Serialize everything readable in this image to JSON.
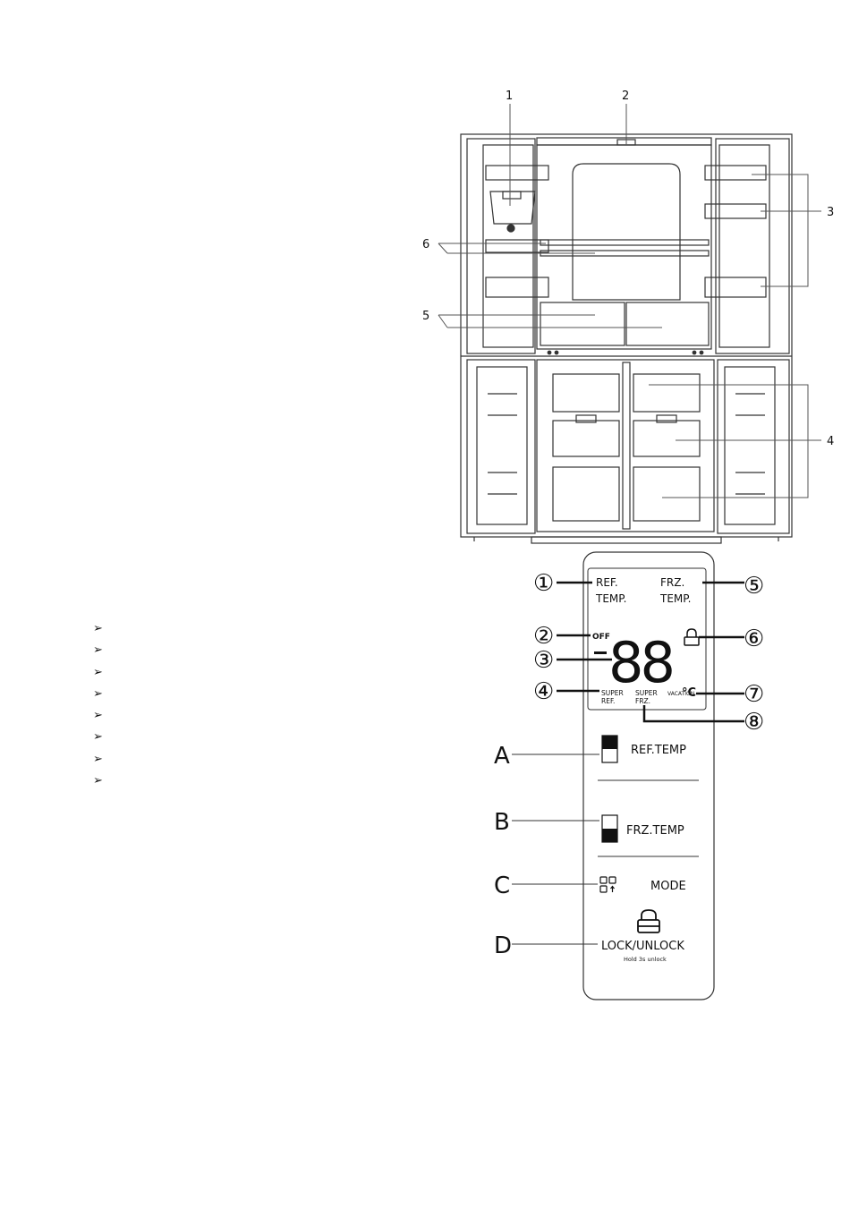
{
  "fridge": {
    "callouts": [
      "1",
      "2",
      "3",
      "4",
      "5",
      "6"
    ]
  },
  "display": {
    "labels": {
      "ref_temp": [
        "REF.",
        "TEMP."
      ],
      "frz_temp": [
        "FRZ.",
        "TEMP."
      ],
      "off": "OFF",
      "digits": "88",
      "unit": "°C",
      "super_ref": [
        "SUPER",
        "REF."
      ],
      "super_frz": [
        "SUPER",
        "FRZ."
      ],
      "vacation": "VACATION"
    },
    "callouts": [
      "①",
      "②",
      "③",
      "④",
      "⑤",
      "⑥",
      "⑦",
      "⑧"
    ]
  },
  "buttons": {
    "letters": [
      "A",
      "B",
      "C",
      "D"
    ],
    "ref_temp": "REF.TEMP",
    "frz_temp": "FRZ.TEMP",
    "mode": "MODE",
    "lock_unlock": "LOCK/UNLOCK",
    "hold_note": "Hold 3s unlock"
  },
  "bullet_list": {
    "marker": "➢",
    "count": 8
  }
}
